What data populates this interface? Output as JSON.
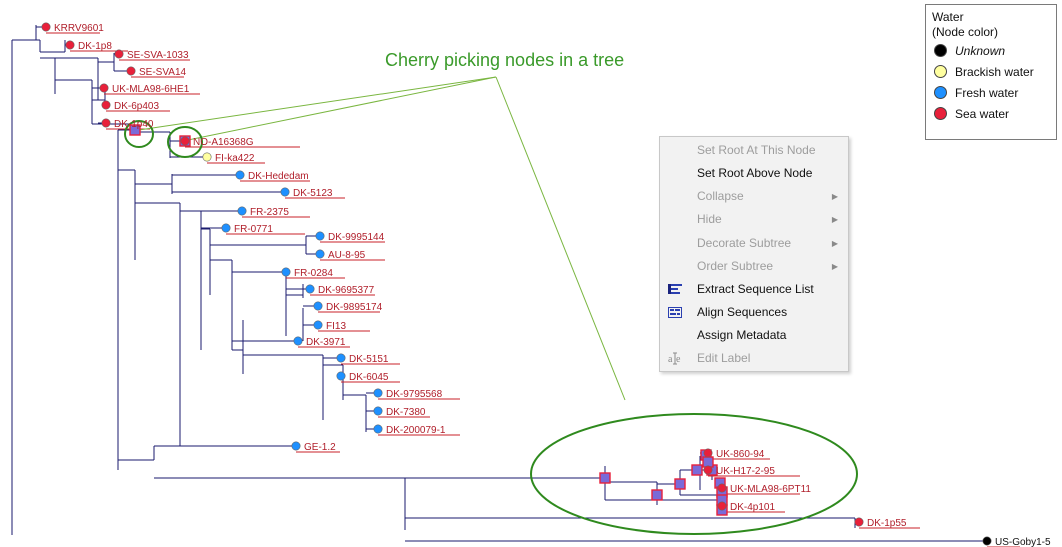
{
  "annotation": "Cherry picking nodes in a tree",
  "legend": {
    "title_line1": "Water",
    "title_line2": "(Node color)",
    "items": [
      {
        "label": "Unknown",
        "color": "#000000"
      },
      {
        "label": "Brackish water",
        "color": "#ffffa0"
      },
      {
        "label": "Fresh water",
        "color": "#1e90ff"
      },
      {
        "label": "Sea water",
        "color": "#e8203a"
      }
    ]
  },
  "context_menu": {
    "items": [
      {
        "label": "Set Root At This Node",
        "enabled": false,
        "submenu": false,
        "icon": ""
      },
      {
        "label": "Set Root Above Node",
        "enabled": true,
        "submenu": false,
        "icon": ""
      },
      {
        "label": "Collapse",
        "enabled": false,
        "submenu": true,
        "icon": ""
      },
      {
        "label": "Hide",
        "enabled": false,
        "submenu": true,
        "icon": ""
      },
      {
        "label": "Decorate Subtree",
        "enabled": false,
        "submenu": true,
        "icon": ""
      },
      {
        "label": "Order Subtree",
        "enabled": false,
        "submenu": true,
        "icon": ""
      },
      {
        "label": "Extract Sequence List",
        "enabled": true,
        "submenu": false,
        "icon": "sequence-list-icon"
      },
      {
        "label": "Align Sequences",
        "enabled": true,
        "submenu": false,
        "icon": "align-sequences-icon"
      },
      {
        "label": "Assign Metadata",
        "enabled": true,
        "submenu": false,
        "icon": ""
      },
      {
        "label": "Edit Label",
        "enabled": false,
        "submenu": false,
        "icon": "edit-label-icon"
      }
    ]
  },
  "tree": {
    "leaves": [
      {
        "label": "KRRV9601",
        "water": "Sea water"
      },
      {
        "label": "DK-1p8",
        "water": "Sea water"
      },
      {
        "label": "SE-SVA-1033",
        "water": "Sea water"
      },
      {
        "label": "SE-SVA14",
        "water": "Sea water"
      },
      {
        "label": "UK-MLA98-6HE1",
        "water": "Sea water"
      },
      {
        "label": "DK-6p403",
        "water": "Sea water"
      },
      {
        "label": "DK-1p40",
        "water": "Sea water"
      },
      {
        "label": "NO-A16368G",
        "water": "Sea water"
      },
      {
        "label": "FI-ka422",
        "water": "Brackish water"
      },
      {
        "label": "DK-Hededam",
        "water": "Fresh water"
      },
      {
        "label": "DK-5123",
        "water": "Fresh water"
      },
      {
        "label": "FR-2375",
        "water": "Fresh water"
      },
      {
        "label": "FR-0771",
        "water": "Fresh water"
      },
      {
        "label": "DK-9995144",
        "water": "Fresh water"
      },
      {
        "label": "AU-8-95",
        "water": "Fresh water"
      },
      {
        "label": "FR-0284",
        "water": "Fresh water"
      },
      {
        "label": "DK-9695377",
        "water": "Fresh water"
      },
      {
        "label": "DK-9895174",
        "water": "Fresh water"
      },
      {
        "label": "FI13",
        "water": "Fresh water"
      },
      {
        "label": "DK-3971",
        "water": "Fresh water"
      },
      {
        "label": "DK-5151",
        "water": "Fresh water"
      },
      {
        "label": "DK-6045",
        "water": "Fresh water"
      },
      {
        "label": "DK-9795568",
        "water": "Fresh water"
      },
      {
        "label": "DK-7380",
        "water": "Fresh water"
      },
      {
        "label": "DK-200079-1",
        "water": "Fresh water"
      },
      {
        "label": "GE-1.2",
        "water": "Fresh water"
      },
      {
        "label": "UK-860-94",
        "water": "Sea water"
      },
      {
        "label": "UK-H17-2-95",
        "water": "Sea water"
      },
      {
        "label": "UK-MLA98-6PT11",
        "water": "Sea water"
      },
      {
        "label": "DK-4p101",
        "water": "Sea water"
      },
      {
        "label": "DK-1p55",
        "water": "Sea water"
      },
      {
        "label": "US-Goby1-5",
        "water": "Unknown"
      }
    ]
  }
}
